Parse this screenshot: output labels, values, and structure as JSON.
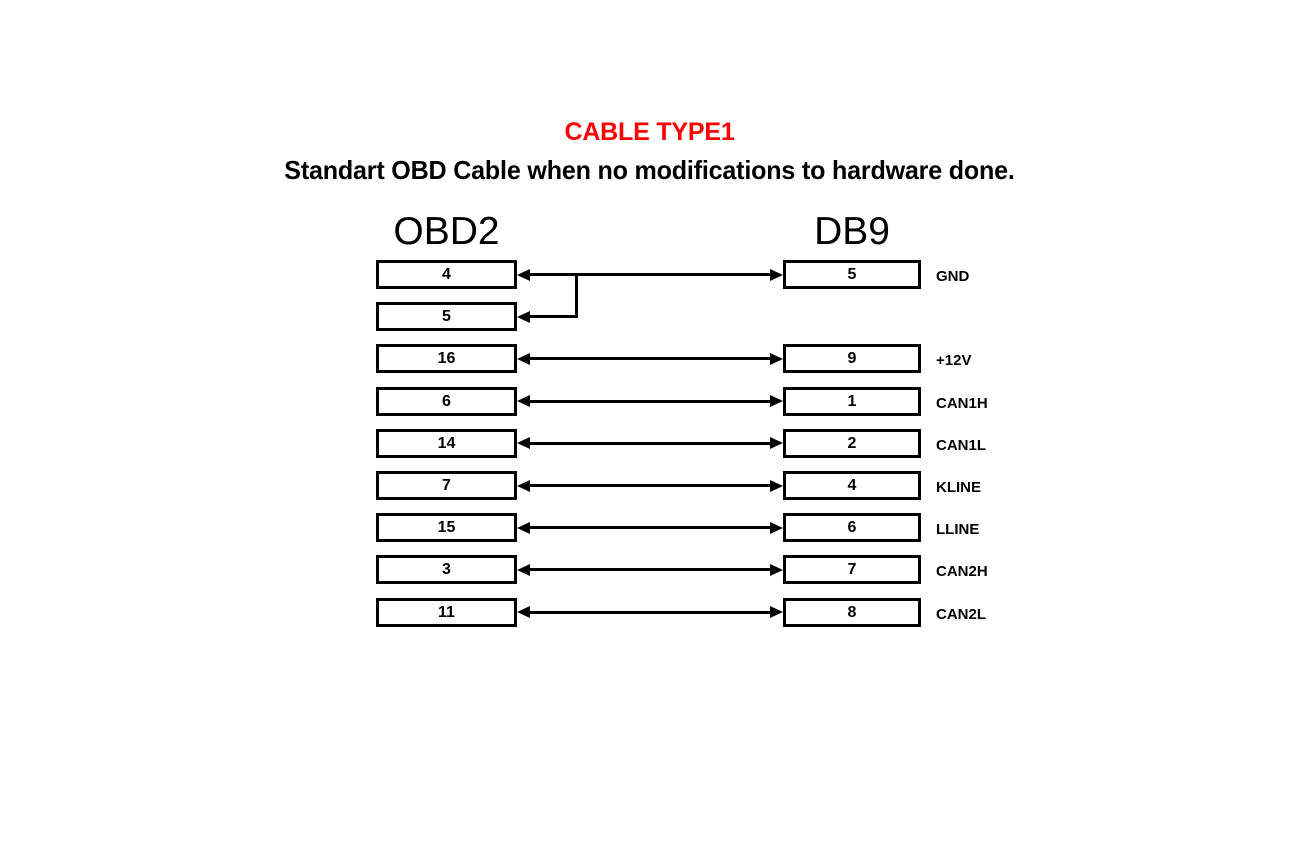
{
  "diagram": {
    "title": "CABLE TYPE1",
    "title_color": "#FE0000",
    "subtitle": "Standart OBD Cable when no modifications to hardware done.",
    "subtitle_color": "#000000",
    "left_column_header": "OBD2",
    "right_column_header": "DB9",
    "connections": [
      {
        "left_pin": "4",
        "right_pin": "5",
        "signal": "GND",
        "shared_with_next": true
      },
      {
        "left_pin": "5",
        "right_pin": "",
        "signal": "",
        "branch_of_previous": true
      },
      {
        "left_pin": "16",
        "right_pin": "9",
        "signal": "+12V"
      },
      {
        "left_pin": "6",
        "right_pin": "1",
        "signal": "CAN1H"
      },
      {
        "left_pin": "14",
        "right_pin": "2",
        "signal": "CAN1L"
      },
      {
        "left_pin": "7",
        "right_pin": "4",
        "signal": "KLINE"
      },
      {
        "left_pin": "15",
        "right_pin": "6",
        "signal": "LLINE"
      },
      {
        "left_pin": "3",
        "right_pin": "7",
        "signal": "CAN2H"
      },
      {
        "left_pin": "11",
        "right_pin": "8",
        "signal": "CAN2L"
      }
    ]
  }
}
